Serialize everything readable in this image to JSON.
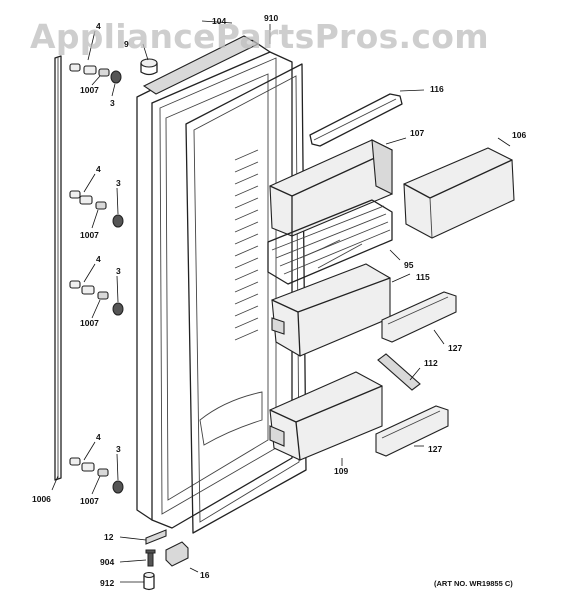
{
  "watermark": "AppliancePartsPros.com",
  "art_number": "(ART NO. WR19855 C)",
  "callouts": {
    "door_top": "104",
    "gasket": "910",
    "hinge_top": "9",
    "bin_cover": "116",
    "bin_upper": "107",
    "dairy_door": "106",
    "bin_shelf": "95",
    "bin_middle": "115",
    "trim_upper": "127",
    "trim_small": "112",
    "bin_lower": "109",
    "trim_lower": "127",
    "handle": "1006",
    "hinge_bracket": "12",
    "hinge_pin_screw": "904",
    "hinge_cover": "16",
    "hinge_pin": "912",
    "set1_spacer": "4",
    "set1_washer": "1007",
    "set1_screw": "3",
    "set2_spacer": "4",
    "set2_screw": "3",
    "set2_washer": "1007",
    "set3_spacer": "4",
    "set3_screw": "3",
    "set3_washer": "1007",
    "set4_spacer": "4",
    "set4_screw": "3",
    "set4_washer": "1007"
  }
}
